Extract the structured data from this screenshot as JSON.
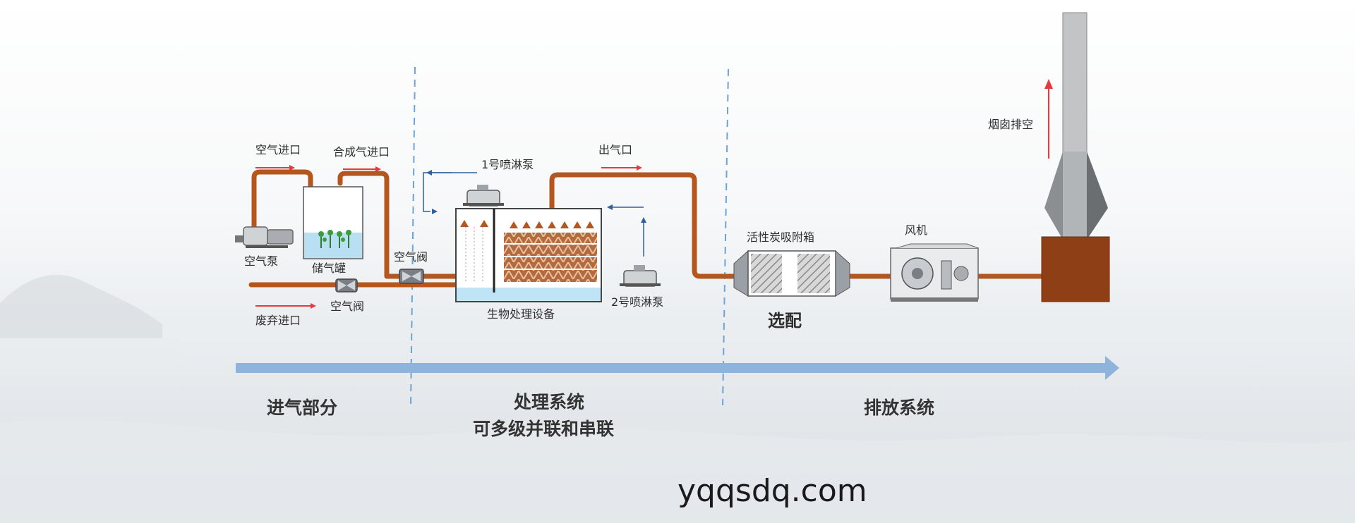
{
  "labels": {
    "air_inlet": "空气进口",
    "syngas_inlet": "合成气进口",
    "air_pump": "空气泵",
    "gas_tank": "储气罐",
    "air_valve_top": "空气阀",
    "air_valve_bottom": "空气阀",
    "waste_inlet": "废弃进口",
    "spray_pump_1": "1号喷淋泵",
    "spray_pump_2": "2号喷淋泵",
    "bio_equipment": "生物处理设备",
    "gas_outlet": "出气口",
    "carbon_box": "活性炭吸附箱",
    "optional": "选配",
    "fan": "风机",
    "chimney": "烟囱排空"
  },
  "sections": {
    "intake": "进气部分",
    "treatment_line1": "处理系统",
    "treatment_line2": "可多级并联和串联",
    "discharge": "排放系统"
  },
  "watermark": "yqqsdq.com",
  "colors": {
    "pipe": "#b4561d",
    "flow_arrow": "#e23b3b",
    "process_arrow": "#8fb4db",
    "divider": "#6fa3d6",
    "chimney_base": "#8e3f16"
  }
}
